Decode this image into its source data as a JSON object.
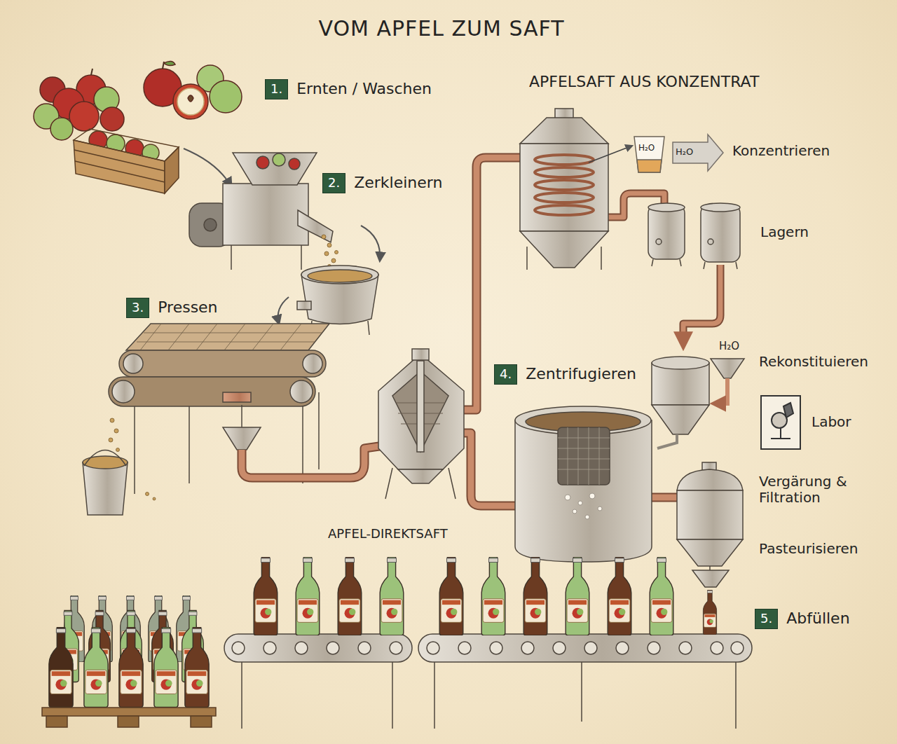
{
  "diagram": {
    "title": "VOM APFEL ZUM SAFT",
    "nodes": [
      {
        "text": [
          "1.",
          "Ernten / Waschen"
        ]
      },
      {
        "text": [
          "2.",
          "Zerkleinern"
        ]
      },
      {
        "text": [
          "3.",
          "Pressen"
        ]
      },
      {
        "text": [
          "4.",
          "Zentrifugieren"
        ]
      },
      {
        "text": [
          "5.",
          "Abfüllen"
        ]
      }
    ],
    "labels": [
      "APFELSAFT AUS KONZENTRAT",
      "H₂O",
      "H₂O",
      "Konzentrieren",
      "Lagern",
      "H₂O",
      "Rekonstituieren",
      "Labor",
      "Vergärung & Filtration",
      "Pasteurisieren",
      "APFEL-DIREKTSAFT"
    ]
  }
}
